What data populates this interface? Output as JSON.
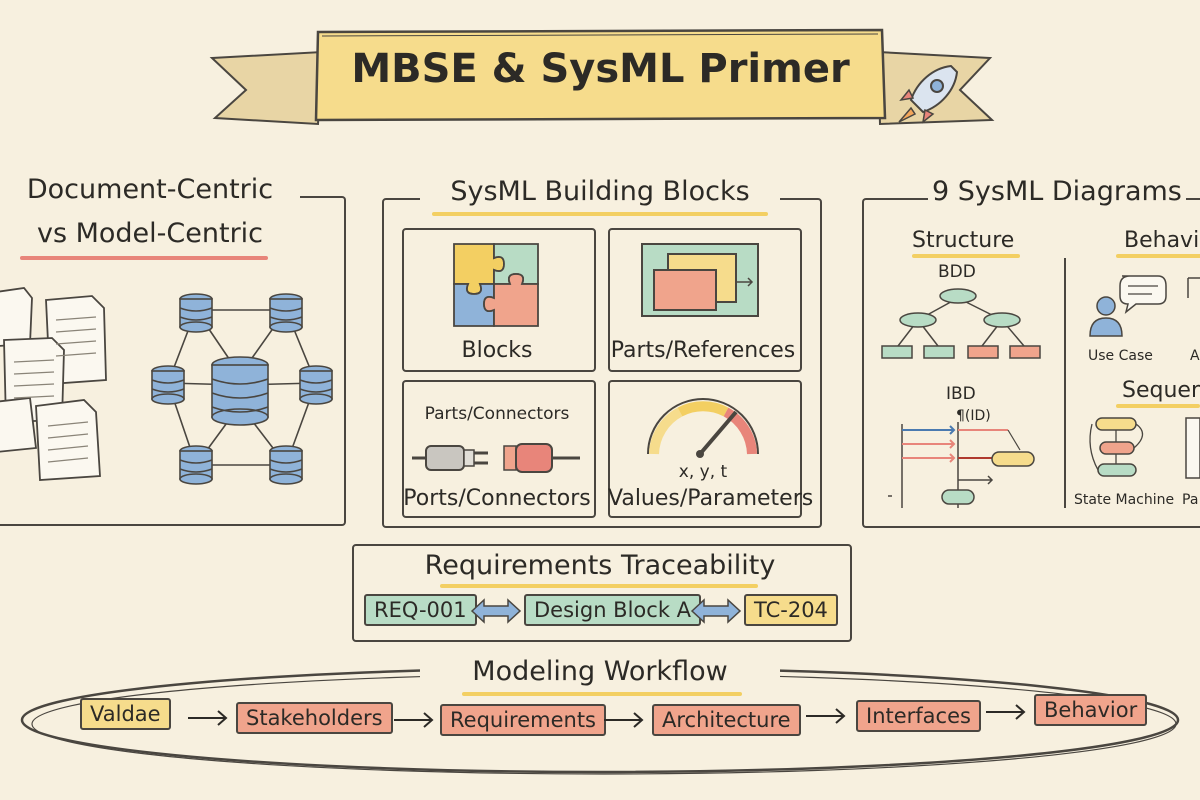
{
  "title": "MBSE & SysML Primer",
  "colors": {
    "background": "#f7f0df",
    "ink": "#2c2a26",
    "yellow": "#f6dc8c",
    "green": "#b8dcc5",
    "red": "#f0a48c",
    "blue": "#8fb3d9",
    "underline_red": "#e8857a",
    "underline_yellow": "#f3cf62"
  },
  "panel_left": {
    "title_line1": "Document-Centric",
    "title_line2": "vs Model-Centric",
    "icons": [
      "document-stack-icon",
      "database-network-icon"
    ]
  },
  "panel_blocks": {
    "title": "SysML Building Blocks",
    "cells": [
      {
        "label": "Blocks",
        "icon": "puzzle-icon"
      },
      {
        "label": "Parts/References",
        "icon": "nested-parts-icon"
      },
      {
        "label": "Ports/Connectors",
        "caption": "Parts/Connectors",
        "icon": "plug-connector-icon"
      },
      {
        "label": "Values/Parameters",
        "caption": "x, y, t",
        "icon": "gauge-icon"
      }
    ]
  },
  "panel_diagrams": {
    "title": "9 SysML Diagrams",
    "structure": {
      "heading": "Structure",
      "bdd": "BDD",
      "ibd": "IBD",
      "ibd_note": "¶(ID)"
    },
    "behavior": {
      "heading": "Behavio",
      "use_case": "Use Case",
      "use_case_partial": "A",
      "sequence": "Sequenc",
      "state_machine": "State Machine",
      "partial": "Pa"
    }
  },
  "traceability": {
    "title": "Requirements Traceability",
    "items": [
      "REQ-001",
      "Design Block A",
      "TC-204"
    ]
  },
  "workflow": {
    "title": "Modeling Workflow",
    "steps": [
      "Valdae",
      "Stakeholders",
      "Requirements",
      "Architecture",
      "Interfaces",
      "Behavior"
    ]
  }
}
